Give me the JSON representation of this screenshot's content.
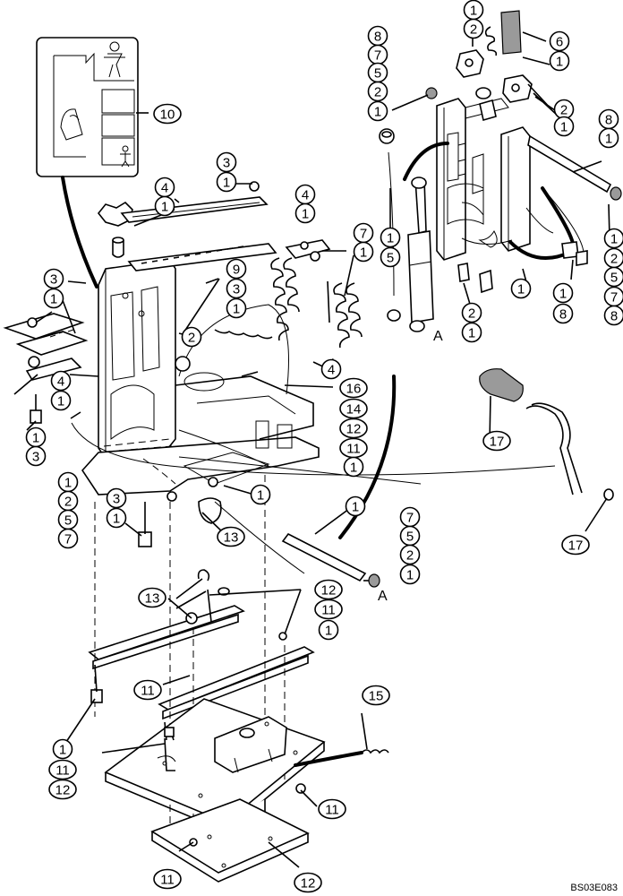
{
  "figure_code": "BS03E083",
  "view_marker": "A",
  "callouts": [
    "1",
    "2",
    "3",
    "4",
    "5",
    "6",
    "7",
    "8",
    "9",
    "10",
    "11",
    "12",
    "13",
    "14",
    "15",
    "16",
    "17"
  ]
}
